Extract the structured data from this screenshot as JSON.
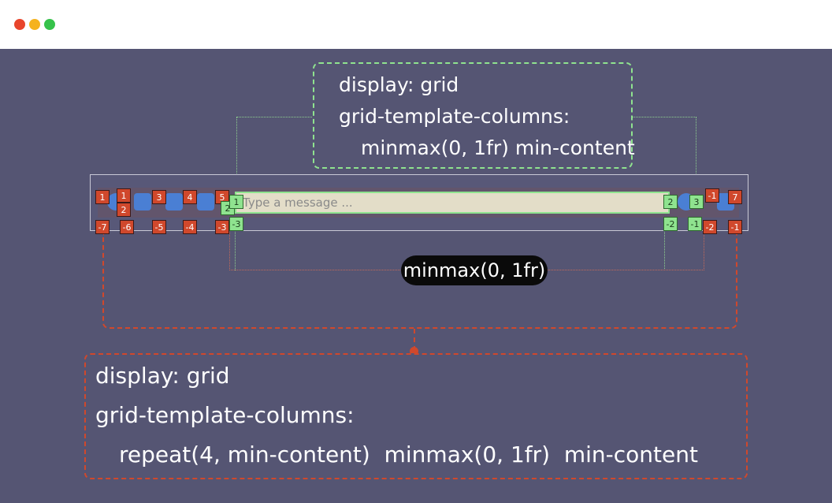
{
  "window": {
    "traffic_lights": {
      "close": "#e8452c",
      "minimize": "#f5b21d",
      "maximize": "#36c24a"
    }
  },
  "colors": {
    "canvas": "#555573",
    "grid_outer": "#d0482c",
    "grid_inner": "#8fe38f",
    "input_bg": "#e3ddc8"
  },
  "inner_note": {
    "line1": "display: grid",
    "line2": "grid-template-columns:",
    "line3": "minmax(0, 1fr) min-content"
  },
  "outer_note": {
    "line1": "display: grid",
    "line2": "grid-template-columns:",
    "line3": "repeat(4, min-content)  minmax(0, 1fr)  min-content"
  },
  "pill_label": "minmax(0, 1fr)",
  "message_input": {
    "placeholder": "Type a message ..."
  },
  "toolbar_icons": [
    "emoji-icon",
    "gif-icon",
    "folder-icon",
    "image-icon",
    "emoji-icon",
    "thumbs-up-icon"
  ],
  "outer_grid_labels": {
    "top": [
      "1",
      "1",
      "2",
      "3",
      "4",
      "5",
      "-1",
      "7"
    ],
    "bottom": [
      "-7",
      "-6",
      "-5",
      "-4",
      "-3",
      "-2",
      "-1"
    ]
  },
  "inner_grid_labels": {
    "top": [
      "2",
      "1",
      "2",
      "3"
    ],
    "bottom": [
      "-3",
      "-2",
      "-1"
    ]
  }
}
